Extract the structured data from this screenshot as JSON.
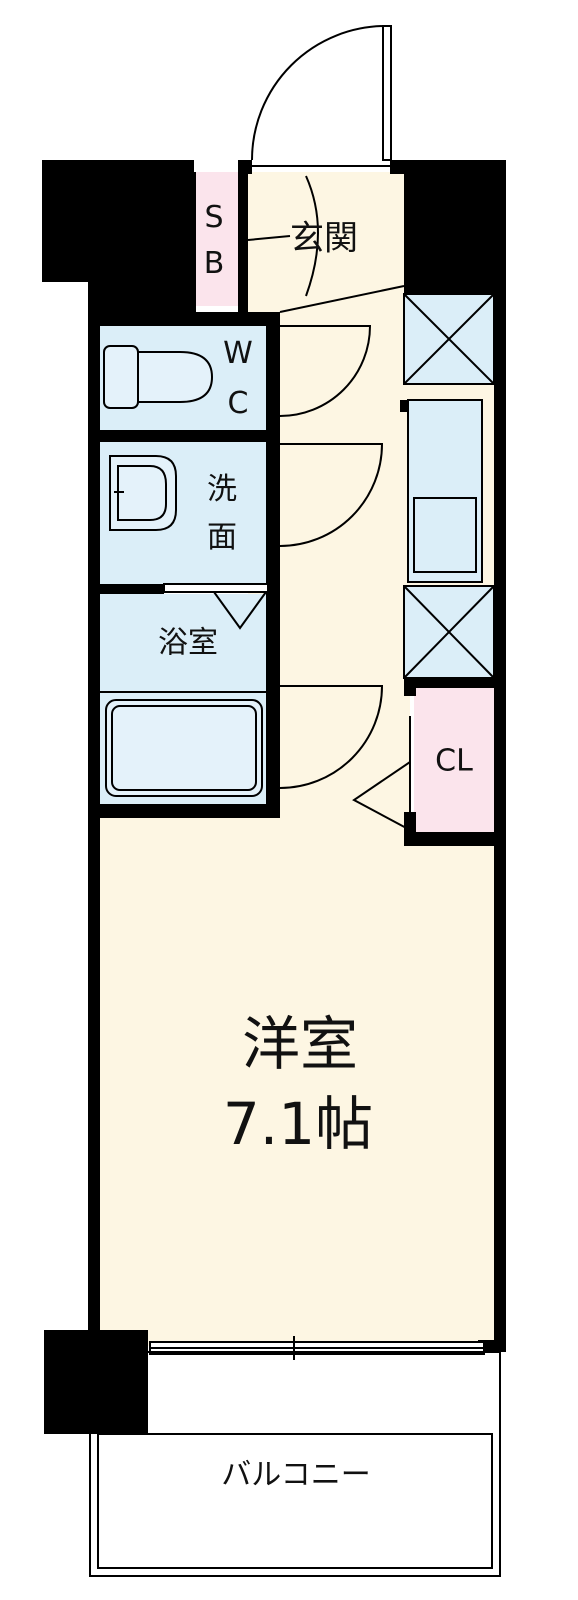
{
  "rooms": {
    "entrance": "玄関",
    "shoe_box": "SB",
    "toilet": "WC",
    "washroom": "洗面",
    "bathroom": "浴室",
    "closet": "CL",
    "western_room": "洋室",
    "western_room_size": "7.1帖",
    "balcony": "バルコニー"
  },
  "colors": {
    "floor": "#fdf6e3",
    "wet_area": "#dbeef8",
    "storage": "#fbe4ec",
    "wall": "#000000"
  }
}
